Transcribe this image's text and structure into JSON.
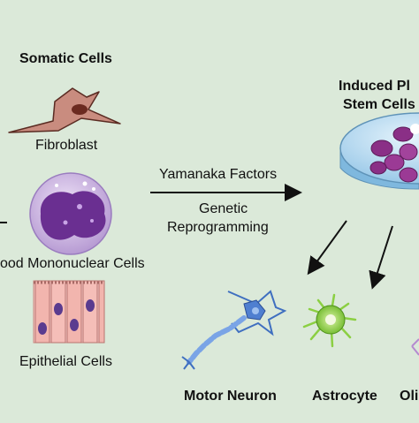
{
  "labels": {
    "somatic_cells": "Somatic Cells",
    "fibroblast": "Fibroblast",
    "yamanaka": "Yamanaka Factors",
    "genetic": "Genetic",
    "reprogramming": "Reprogramming",
    "blood_cells": "ood Mononuclear Cells",
    "ipsc_line1": "Induced Pl",
    "ipsc_line2": "Stem Cells",
    "epithelial": "Epithelial Cells",
    "motor_neuron": "Motor Neuron",
    "astrocyte": "Astrocyte",
    "oligo": "Oli"
  },
  "colors": {
    "background": "#dbe9d9",
    "fibroblast_body": "#a45a4c",
    "blood_cell": "#b99bd6",
    "ipsc_cells": "#8a2f86",
    "dish": "#a9d4ef",
    "neuron": "#4f7fd0",
    "astrocyte": "#84c93a",
    "epithelial": "#f2b6b2"
  },
  "icons": [
    "fibroblast-cell",
    "blood-cell",
    "epithelial-cells",
    "petri-dish",
    "motor-neuron",
    "astrocyte-cell"
  ]
}
